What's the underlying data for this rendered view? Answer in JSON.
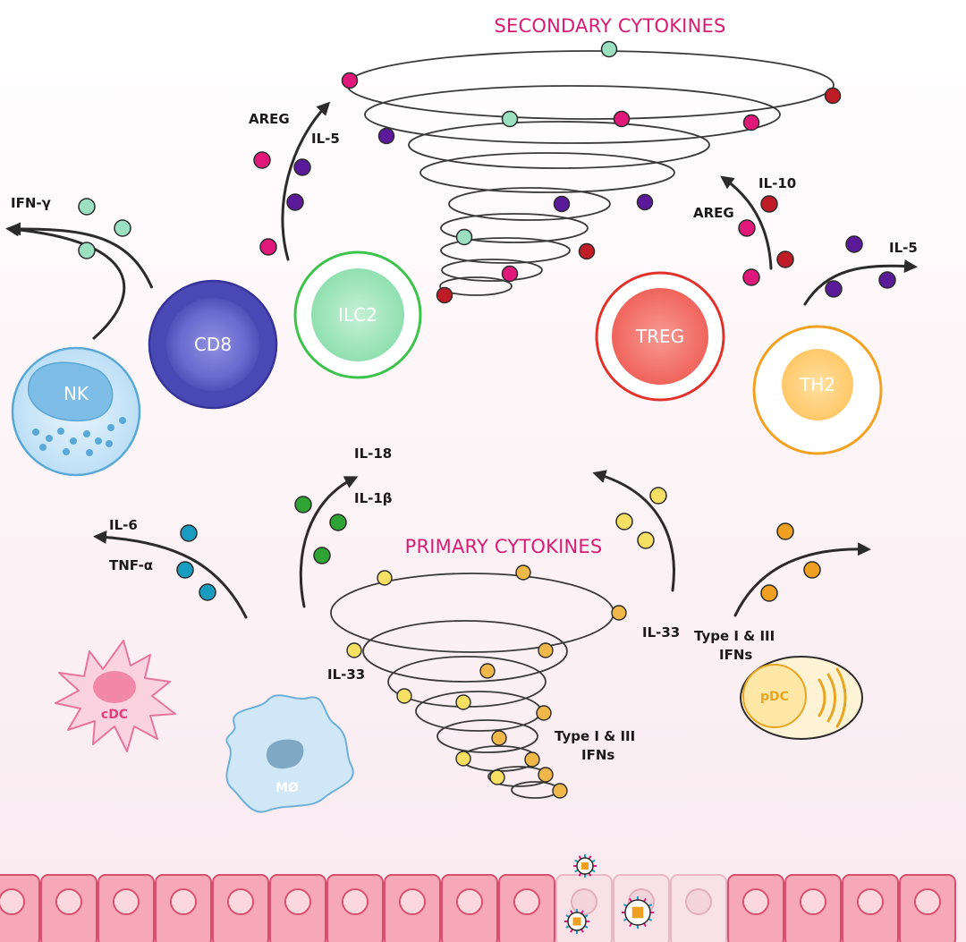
{
  "titles": {
    "secondary": "SECONDARY CYTOKINES",
    "primary": "PRIMARY CYTOKINES"
  },
  "cells": {
    "nk": "NK",
    "cd8": "CD8",
    "ilc2": "ILC2",
    "treg": "TREG",
    "th2": "TH2",
    "cdc": "cDC",
    "macrophage": "MØ",
    "pdc": "pDC"
  },
  "labels": {
    "ifn_gamma": "IFN-γ",
    "areg_left": "AREG",
    "il5_left": "IL-5",
    "il10": "IL-10",
    "areg_right": "AREG",
    "il5_right": "IL-5",
    "il6": "IL-6",
    "tnf_alpha": "TNF-α",
    "il18": "IL-18",
    "il1b": "IL-1β",
    "il33_left": "IL-33",
    "il33_right": "IL-33",
    "type_ifn_right_l1": "Type I & III",
    "type_ifn_right_l2": "IFNs",
    "type_ifn_center_l1": "Type I & III",
    "type_ifn_center_l2": "IFNs"
  },
  "colors": {
    "title": "#d81b72",
    "magenta_dot": "#e0187a",
    "purple_dot": "#5b1a9a",
    "mint_dot": "#9be0c0",
    "darkred_dot": "#c01c28",
    "teal_dot": "#1a9cc0",
    "green_dot": "#2fa334",
    "yellow_dot": "#f6e063",
    "orange_dot": "#f0a020",
    "epithelium": "#f08aa0"
  }
}
